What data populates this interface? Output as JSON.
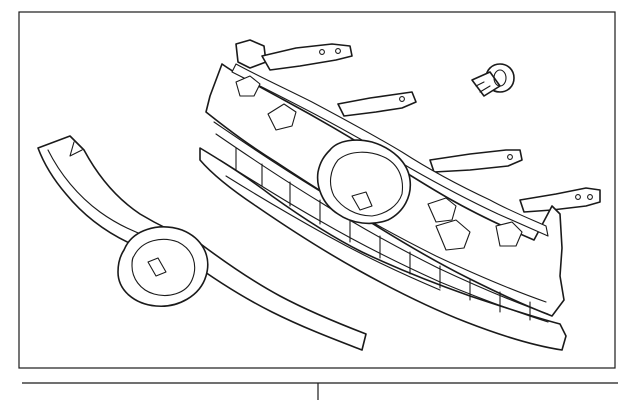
{
  "diagram": {
    "callout_labels": [],
    "parts": [
      {
        "name": "grille-assembly"
      },
      {
        "name": "grille-molding"
      },
      {
        "name": "clip"
      }
    ]
  }
}
